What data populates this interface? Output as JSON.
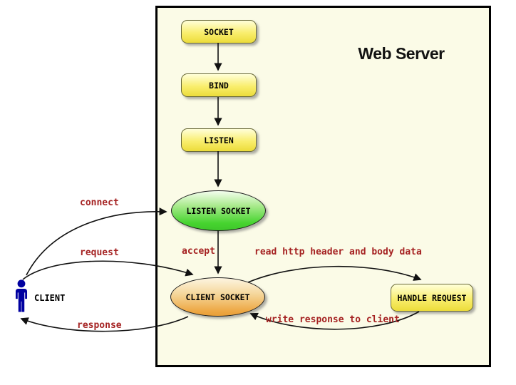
{
  "diagram": {
    "title": "Web Server",
    "nodes": {
      "socket": {
        "label": "SOCKET"
      },
      "bind": {
        "label": "BIND"
      },
      "listen": {
        "label": "LISTEN"
      },
      "listen_socket": {
        "label": "LISTEN SOCKET"
      },
      "client_socket": {
        "label": "CLIENT SOCKET"
      },
      "handle_request": {
        "label": "HANDLE REQUEST"
      },
      "client": {
        "label": "CLIENT"
      }
    },
    "edge_labels": {
      "connect": "connect",
      "request": "request",
      "response": "response",
      "accept": "accept",
      "read_http": "read http header and body data",
      "write_response": "write response to client"
    },
    "colors": {
      "server_box_fill": "#FBFBE7",
      "server_box_border": "#000000",
      "process_node_top": "#FFFFD9",
      "process_node_bottom": "#ECDC3A",
      "listen_socket_fill": "#46D42F",
      "client_socket_fill": "#EDA743",
      "edge_label_color": "#A52222",
      "client_figure_color": "#0000A0",
      "arrow_color": "#111111"
    }
  }
}
